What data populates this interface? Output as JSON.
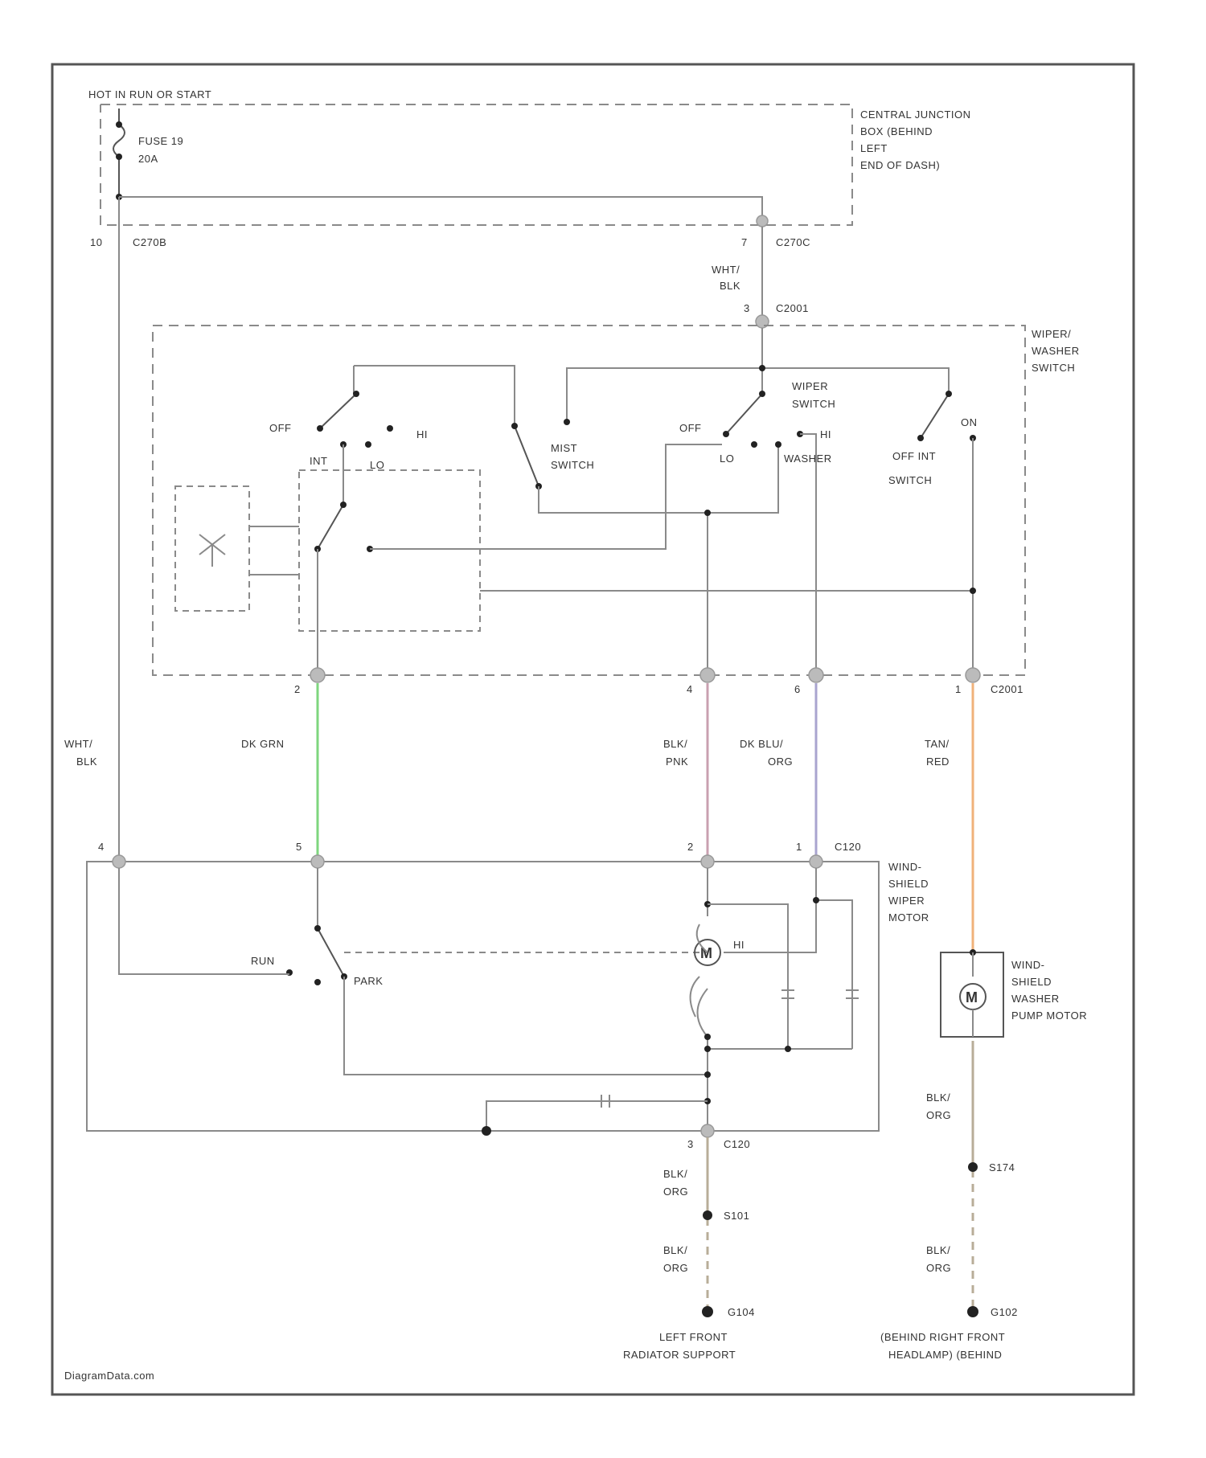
{
  "power_label": "HOT IN RUN OR START",
  "fuse": {
    "name": "FUSE 19",
    "rating": "20A"
  },
  "junction_box": {
    "line1": "CENTRAL JUNCTION",
    "line2": "BOX (BEHIND",
    "line3": "LEFT",
    "line4": "END OF DASH)"
  },
  "connectors": {
    "c270b": "C270B",
    "c270b_pin": "10",
    "c270c": "C270C",
    "c270c_pin": "7",
    "c2001_top": "C2001",
    "c2001_top_pin": "3",
    "c2001_bottom": "C2001",
    "c2001_pin2": "2",
    "c2001_pin4": "4",
    "c2001_pin6": "6",
    "c2001_pin1": "1",
    "c120": "C120",
    "c120_pin4": "4",
    "c120_pin5": "5",
    "c120_pin2": "2",
    "c120_pin1": "1",
    "c120_bottom": "C120",
    "c120_bottom_pin": "3"
  },
  "wire_colors": {
    "wht_blk_top_1": "WHT/",
    "wht_blk_top_2": "BLK",
    "wht_blk_left_1": "WHT/",
    "wht_blk_left_2": "BLK",
    "dk_grn": "DK GRN",
    "blk_pnk_1": "BLK/",
    "blk_pnk_2": "PNK",
    "dk_blu_org_1": "DK BLU/",
    "dk_blu_org_2": "ORG",
    "tan_red_1": "TAN/",
    "tan_red_2": "RED",
    "blk_org_a1": "BLK/",
    "blk_org_a2": "ORG",
    "blk_org_b1": "BLK/",
    "blk_org_b2": "ORG",
    "blk_org_c1": "BLK/",
    "blk_org_c2": "ORG",
    "blk_org_d1": "BLK/",
    "blk_org_d2": "ORG"
  },
  "switch_assembly": {
    "title1": "WIPER/",
    "title2": "WASHER",
    "title3": "SWITCH",
    "off_left": "OFF",
    "int": "INT",
    "hi_left": "HI",
    "lo_left": "LO",
    "mist1": "MIST",
    "mist2": "SWITCH",
    "wiper1": "WIPER",
    "wiper2": "SWITCH",
    "off_right": "OFF",
    "lo_right": "LO",
    "hi_right": "HI",
    "washer": "WASHER",
    "offint1": "OFF INT",
    "offint2": "SWITCH",
    "on": "ON"
  },
  "wiper_motor": {
    "title1": "WIND-",
    "title2": "SHIELD",
    "title3": "WIPER",
    "title4": "MOTOR",
    "run": "RUN",
    "park": "PARK",
    "motor": "M",
    "hi": "HI"
  },
  "washer_pump": {
    "title1": "WIND-",
    "title2": "SHIELD",
    "title3": "WASHER",
    "title4": "PUMP MOTOR",
    "motor": "M"
  },
  "splices": {
    "s101": "S101",
    "s174": "S174"
  },
  "grounds": {
    "g104": "G104",
    "g104_loc1": "LEFT FRONT",
    "g104_loc2": "RADIATOR SUPPORT",
    "g102": "G102",
    "g102_loc1": "(BEHIND RIGHT FRONT",
    "g102_loc2": "HEADLAMP) (BEHIND"
  },
  "footer": "DiagramData.com",
  "colors": {
    "dk_grn": "#7ed67e",
    "blk_pnk": "#c9a0b0",
    "dk_blu_org": "#a9a4cf",
    "tan_red": "#f0b27a",
    "blk_org": "#b8ad98"
  }
}
